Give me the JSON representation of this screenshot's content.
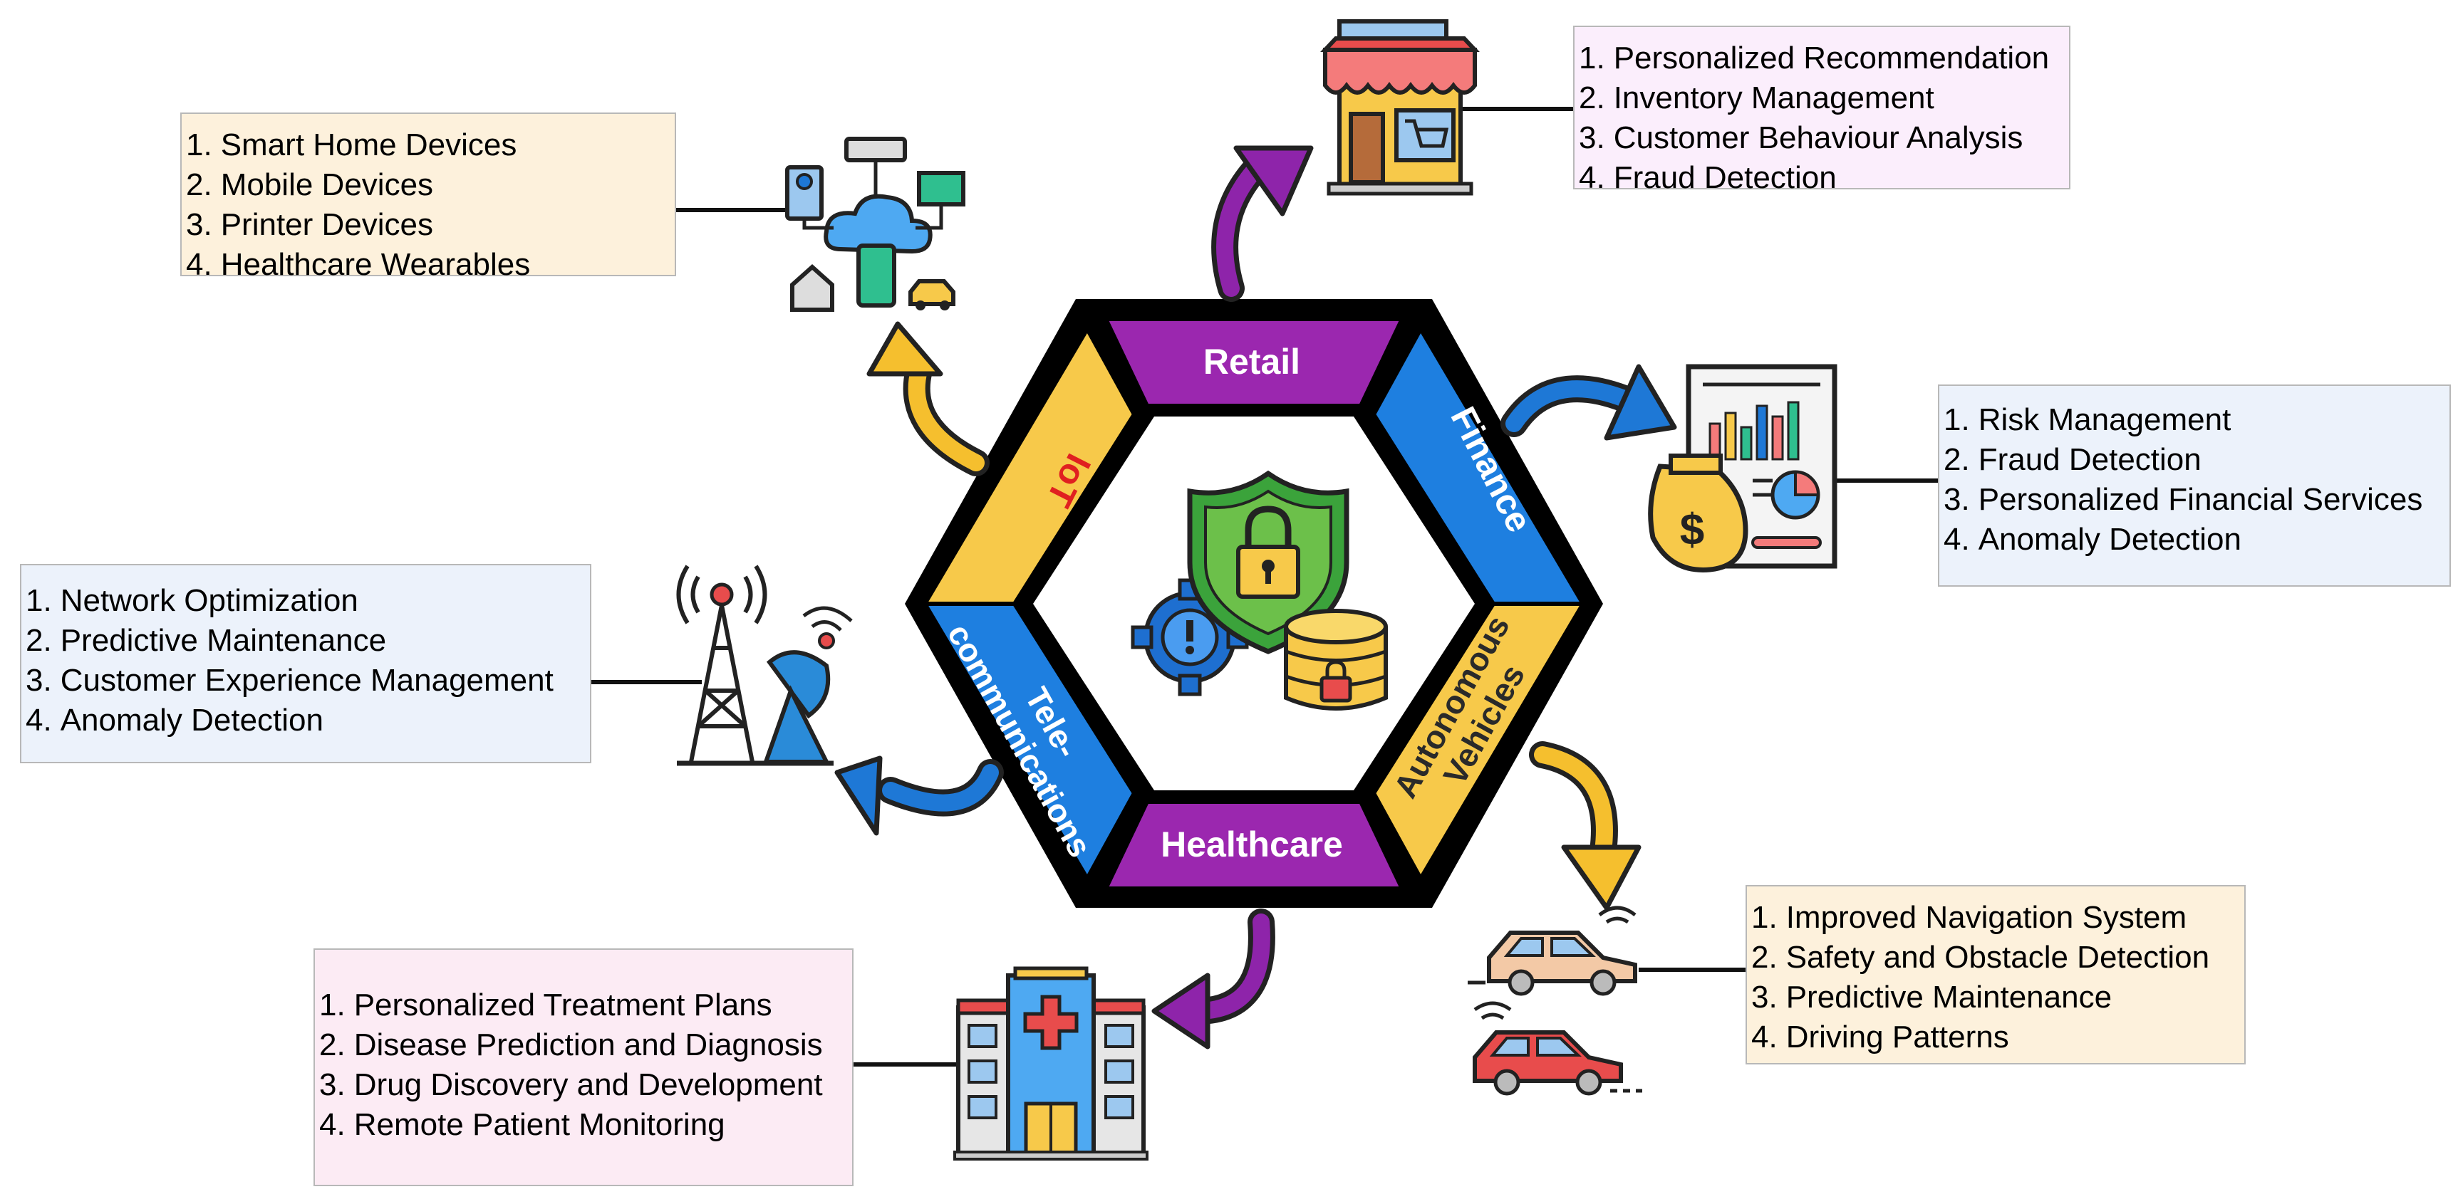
{
  "hexagon": {
    "segments": [
      {
        "id": "retail",
        "label": "Retail",
        "color": "#9b27af"
      },
      {
        "id": "finance",
        "label": "Finance",
        "color": "#1e7fe0"
      },
      {
        "id": "autonomous",
        "label_lines": [
          "Autonomous",
          "Vehicles"
        ],
        "color": "#f7c94a"
      },
      {
        "id": "healthcare",
        "label": "Healthcare",
        "color": "#9b27af"
      },
      {
        "id": "telecom",
        "label_lines": [
          "Tele-",
          "communications"
        ],
        "color": "#1e7fe0"
      },
      {
        "id": "iot",
        "label": "IoT",
        "color": "#f7c94a"
      }
    ],
    "center_icon": "security-shield-lock-database-icon"
  },
  "boxes": {
    "retail": {
      "bg": "#fbeefc",
      "items": [
        "Personalized Recommendation",
        "Inventory Management",
        "Customer Behaviour Analysis",
        "Fraud Detection"
      ]
    },
    "iot": {
      "bg": "#fdf1dc",
      "items": [
        "Smart Home Devices",
        "Mobile Devices",
        "Printer Devices",
        "Healthcare Wearables"
      ]
    },
    "finance": {
      "bg": "#ecf2fb",
      "items": [
        "Risk Management",
        "Fraud Detection",
        "Personalized Financial Services",
        "Anomaly Detection"
      ]
    },
    "telecom": {
      "bg": "#ecf2fb",
      "items": [
        "Network Optimization",
        "Predictive Maintenance",
        "Customer Experience Management",
        "Anomaly Detection"
      ]
    },
    "autonomous": {
      "bg": "#fdf1dc",
      "items": [
        "Improved Navigation System",
        "Safety and Obstacle Detection",
        "Predictive Maintenance",
        "Driving Patterns"
      ]
    },
    "healthcare": {
      "bg": "#fcebf4",
      "items": [
        "Personalized Treatment Plans",
        "Disease Prediction and Diagnosis",
        "Drug Discovery and Development",
        "Remote Patient Monitoring"
      ]
    }
  },
  "icons": {
    "retail": "store-icon",
    "iot": "iot-cloud-network-icon",
    "finance": "finance-report-money-bag-icon",
    "telecom": "telecom-tower-satellite-dish-icon",
    "autonomous": "autonomous-cars-icon",
    "healthcare": "hospital-icon"
  },
  "arrow_colors": {
    "purple": "#8e24aa",
    "blue": "#1e78d6",
    "yellow": "#f5bf2e"
  }
}
